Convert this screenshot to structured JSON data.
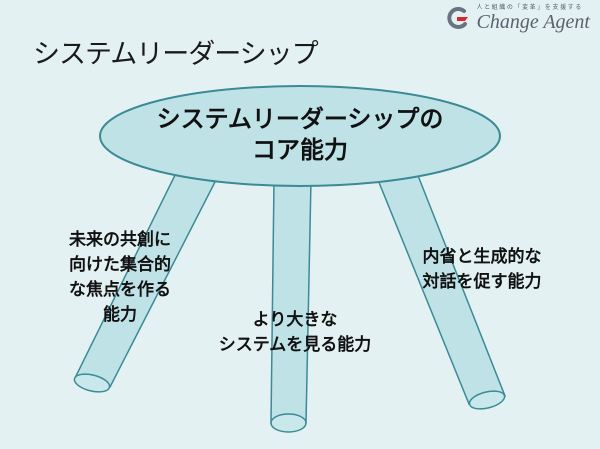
{
  "brand": {
    "tagline": "人と組織の「変革」を支援する",
    "name": "Change Agent"
  },
  "slide": {
    "title": "システムリーダーシップ"
  },
  "core": {
    "line1": "システムリーダーシップの",
    "line2": "コア能力"
  },
  "capabilities": {
    "left": [
      "未来の共創に",
      "向けた集合的",
      "な焦点を作る",
      "能力"
    ],
    "center": [
      "より大きな",
      "システムを見る能力"
    ],
    "right": [
      "内省と生成的な",
      "対話を促す能力"
    ]
  },
  "colors": {
    "background": "#e4f1f3",
    "leg_fill": "#bfe2e7",
    "ellipse_fill": "#bfe2e7",
    "outline": "#3b8a95",
    "text": "#111111"
  }
}
